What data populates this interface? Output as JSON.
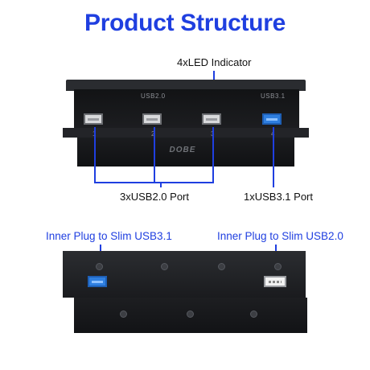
{
  "title": "Product Structure",
  "callouts": {
    "led": "4xLED Indicator",
    "usb2_ports": "3xUSB2.0 Port",
    "usb3_port": "1xUSB3.1 Port",
    "inner_usb3": "Inner Plug to Slim USB3.1",
    "inner_usb2": "Inner Plug to Slim USB2.0"
  },
  "hub": {
    "usb2_group_label": "USB2.0",
    "usb3_group_label": "USB3.1",
    "port_numbers": [
      "1",
      "2",
      "3",
      "4"
    ],
    "brand": "DOBE"
  },
  "colors": {
    "accent": "#1f3fe0",
    "usb3_port": "#2f7fe0",
    "usb2_port": "#d8d9db",
    "body": "#1a1b1e"
  }
}
